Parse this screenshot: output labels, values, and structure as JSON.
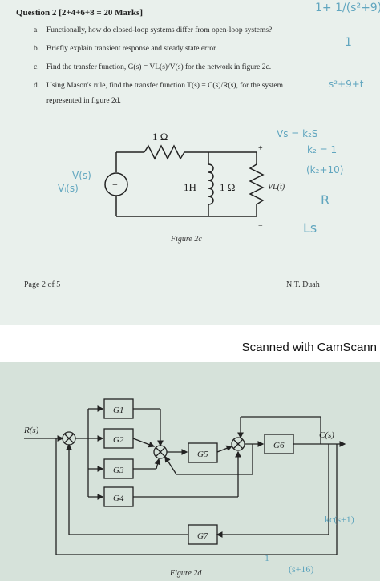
{
  "question": {
    "title": "Question 2 [2+4+6+8 = 20 Marks]",
    "items": [
      {
        "label": "a.",
        "text": "Functionally, how do closed-loop systems differ from open-loop systems?"
      },
      {
        "label": "b.",
        "text": "Briefly explain transient response and steady state error."
      },
      {
        "label": "c.",
        "text": "Find the transfer function, G(s) = VL(s)/V(s) for the network in figure 2c."
      },
      {
        "label": "d.",
        "text": "Using Mason's rule, find the transfer function T(s) = C(s)/R(s), for the system"
      }
    ],
    "item_d_cont": "represented in figure 2d."
  },
  "circuit": {
    "resistor_top": "1 Ω",
    "inductor": "1H",
    "resistor_right": "1 Ω",
    "output_label": "VL(t)",
    "plus": "+",
    "minus": "−",
    "source_sign": "+",
    "source_label": "V(s)",
    "caption": "Figure 2c"
  },
  "footer": {
    "page": "Page 2 of 5",
    "author": "N.T. Duah"
  },
  "scanner": {
    "text": "Scanned with CamScann"
  },
  "diagram": {
    "blocks": [
      "G1",
      "G2",
      "G3",
      "G4",
      "G5",
      "G6",
      "G7"
    ],
    "input": "R(s)",
    "output": "C(s)",
    "caption": "Figure 2d"
  },
  "handwriting": {
    "h1": "1+ 1/(s²+9)",
    "h2": "1",
    "h3": "s²+9+t",
    "h4": "Vs = k₂S",
    "h5": "k₂ = 1",
    "h6": "(k₂+10)",
    "h7": "R",
    "h8": "Ls",
    "h9": "V(s)",
    "h10": "Vₗ(s)",
    "h11": "kc(s+1)",
    "h12": "(s+16)",
    "h13": "1"
  },
  "colors": {
    "paper_top": "#e9f0ec",
    "paper_bottom": "#d6e2da",
    "ink": "#222222",
    "pen": "#4a9ab8"
  }
}
